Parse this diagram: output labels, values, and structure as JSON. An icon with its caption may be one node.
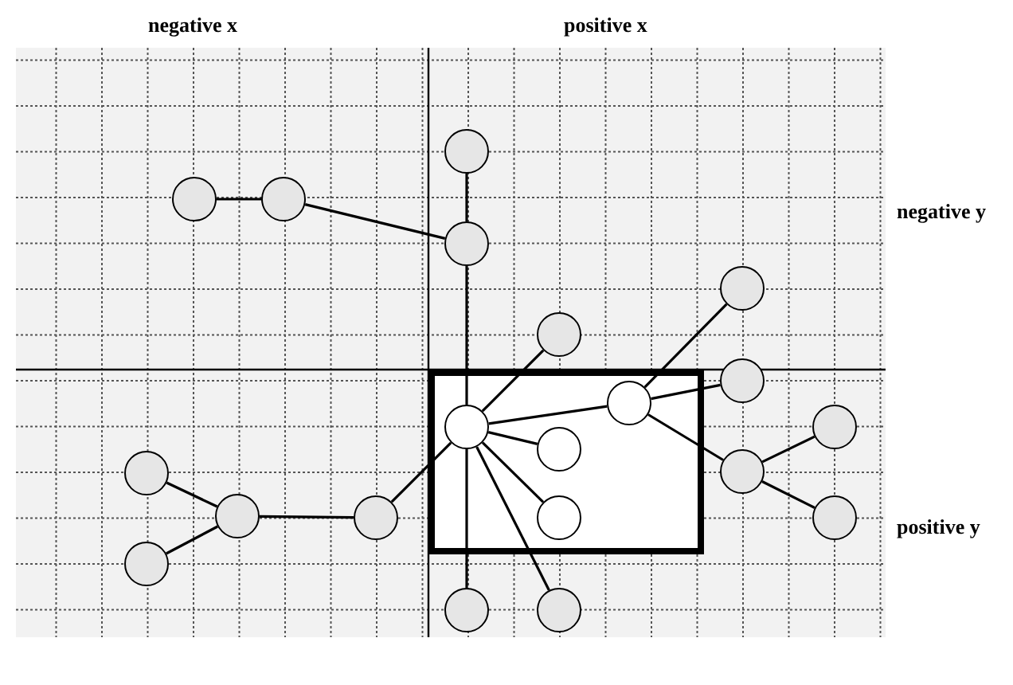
{
  "diagram": {
    "nodes": [
      {
        "text": [],
        "shape": "circle"
      },
      {
        "text": [],
        "shape": "circle"
      },
      {
        "text": [],
        "shape": "circle"
      },
      {
        "text": [],
        "shape": "circle"
      },
      {
        "text": [],
        "shape": "circle"
      },
      {
        "text": [],
        "shape": "circle"
      },
      {
        "text": [],
        "shape": "box"
      },
      {
        "text": [],
        "shape": "circle"
      },
      {
        "text": [],
        "shape": "circle",
        "in": 6
      },
      {
        "text": [],
        "shape": "circle",
        "in": 6
      },
      {
        "text": [],
        "shape": "circle"
      },
      {
        "text": [],
        "shape": "circle",
        "in": 6
      },
      {
        "text": [],
        "shape": "circle"
      },
      {
        "text": [],
        "shape": "circle"
      },
      {
        "text": [],
        "shape": "circle"
      },
      {
        "text": [],
        "shape": "circle"
      },
      {
        "text": [],
        "shape": "circle",
        "in": 6
      },
      {
        "text": [],
        "shape": "circle"
      },
      {
        "text": [],
        "shape": "circle"
      },
      {
        "text": [],
        "shape": "circle"
      },
      {
        "text": [],
        "shape": "circle"
      }
    ],
    "edges": [
      {
        "from": 1,
        "to": 2,
        "arrow": "none"
      },
      {
        "from": 2,
        "to": 3,
        "arrow": "none"
      },
      {
        "from": 0,
        "to": 3,
        "arrow": "none"
      },
      {
        "from": 3,
        "to": 9,
        "arrow": "none"
      },
      {
        "from": 9,
        "to": 5,
        "arrow": "none"
      },
      {
        "from": 9,
        "to": 8,
        "arrow": "none"
      },
      {
        "from": 8,
        "to": 4,
        "arrow": "none"
      },
      {
        "from": 8,
        "to": 7,
        "arrow": "none"
      },
      {
        "from": 8,
        "to": 13,
        "arrow": "none"
      },
      {
        "from": 13,
        "to": 10,
        "arrow": "none"
      },
      {
        "from": 13,
        "to": 17,
        "arrow": "none"
      },
      {
        "from": 9,
        "to": 11,
        "arrow": "none"
      },
      {
        "from": 9,
        "to": 16,
        "arrow": "none"
      },
      {
        "from": 9,
        "to": 20,
        "arrow": "none"
      },
      {
        "from": 9,
        "to": 19,
        "arrow": "none"
      },
      {
        "from": 9,
        "to": 15,
        "arrow": "none"
      },
      {
        "from": 15,
        "to": 14,
        "arrow": "none"
      },
      {
        "from": 14,
        "to": 12,
        "arrow": "none"
      },
      {
        "from": 14,
        "to": 18,
        "arrow": "none"
      }
    ],
    "labels": [
      "negative x",
      "positive x",
      "negative y",
      "positive y"
    ]
  }
}
